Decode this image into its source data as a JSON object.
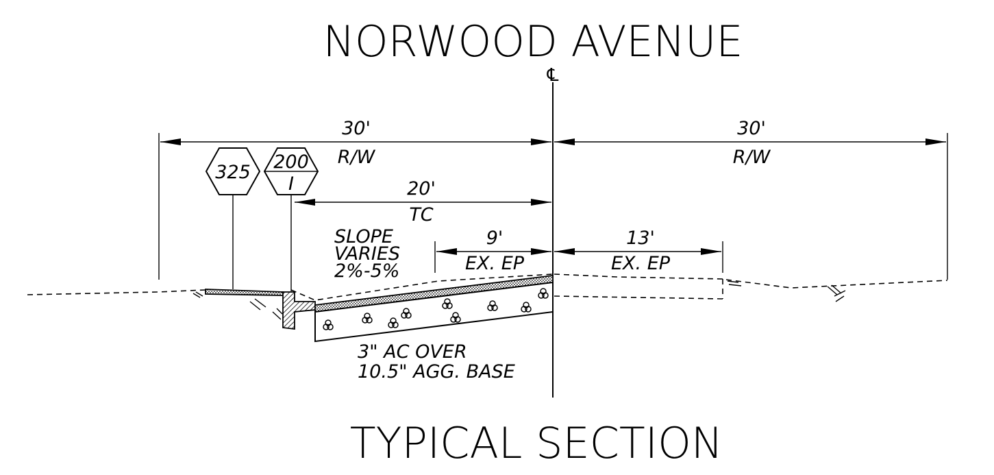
{
  "title": "NORWOOD AVENUE",
  "subtitle": "TYPICAL SECTION",
  "centerline_symbol": "℄",
  "dimensions": {
    "left_rw": {
      "value": "30'",
      "label": "R/W"
    },
    "right_rw": {
      "value": "30'",
      "label": "R/W"
    },
    "tc": {
      "value": "20'",
      "label": "TC"
    },
    "left_ep": {
      "value": "9'",
      "label": "EX. EP"
    },
    "right_ep": {
      "value": "13'",
      "label": "EX. EP"
    }
  },
  "callouts": {
    "sign_a": "325",
    "sign_b_top": "200",
    "sign_b_bottom": "I"
  },
  "notes": {
    "slope_line1": "SLOPE",
    "slope_line2": "VARIES",
    "slope_line3": "2%-5%",
    "pavement_line1": "3\" AC OVER",
    "pavement_line2": "10.5\" AGG. BASE"
  }
}
